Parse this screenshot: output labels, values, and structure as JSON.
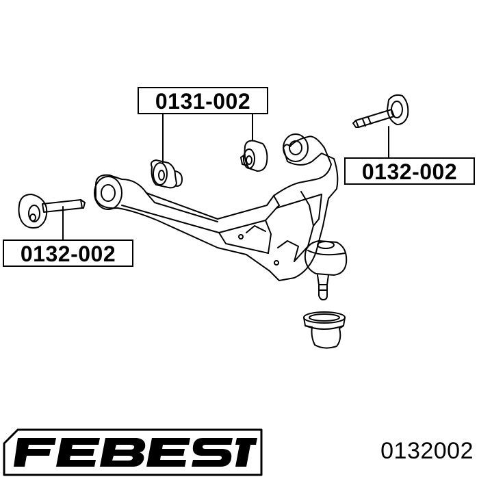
{
  "callouts": {
    "bushing_label": "0131-002",
    "bolt_label_right": "0132-002",
    "bolt_label_left": "0132-002"
  },
  "footer": {
    "brand": "FEBEST",
    "part_number": "0132002"
  },
  "icons": {
    "logo": "febest-logo",
    "control-arm": "control-arm-icon",
    "cam-bolt": "cam-bolt-icon",
    "bushing": "bushing-icon",
    "ball-joint": "ball-joint-icon",
    "boot": "ball-joint-boot-icon"
  },
  "colors": {
    "ink": "#000000",
    "background": "#ffffff"
  }
}
